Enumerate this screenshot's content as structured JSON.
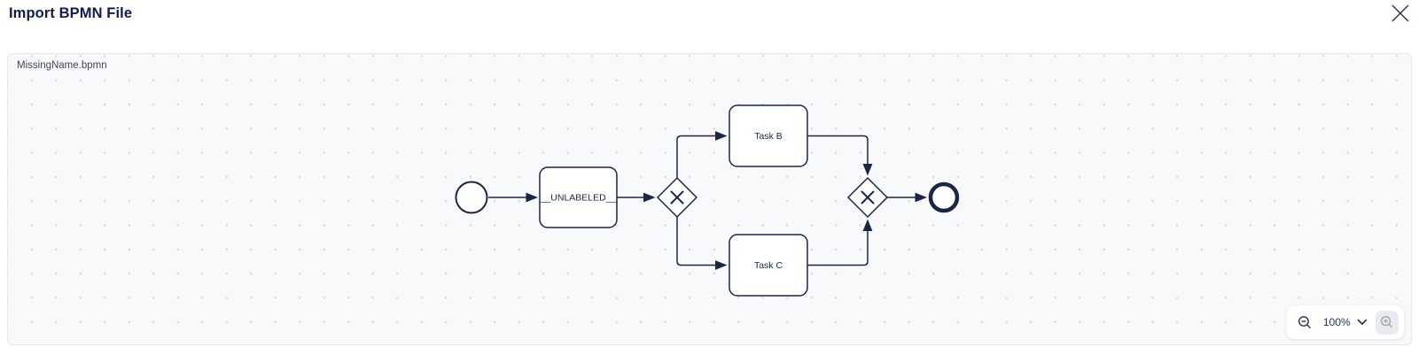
{
  "header": {
    "title": "Import BPMN File"
  },
  "canvas": {
    "filename": "MissingName.bpmn"
  },
  "diagram": {
    "type": "bpmn-process",
    "nodes": [
      {
        "id": "start-event",
        "type": "start-event",
        "label": ""
      },
      {
        "id": "task-unlabeled",
        "type": "task",
        "label": "__UNLABELED__"
      },
      {
        "id": "gateway-split",
        "type": "exclusive-gateway",
        "label": ""
      },
      {
        "id": "task-b",
        "type": "task",
        "label": "Task B"
      },
      {
        "id": "task-c",
        "type": "task",
        "label": "Task C"
      },
      {
        "id": "gateway-join",
        "type": "exclusive-gateway",
        "label": ""
      },
      {
        "id": "end-event",
        "type": "end-event",
        "label": ""
      }
    ],
    "flows": [
      {
        "from": "start-event",
        "to": "task-unlabeled"
      },
      {
        "from": "task-unlabeled",
        "to": "gateway-split"
      },
      {
        "from": "gateway-split",
        "to": "task-b"
      },
      {
        "from": "gateway-split",
        "to": "task-c"
      },
      {
        "from": "task-b",
        "to": "gateway-join"
      },
      {
        "from": "task-c",
        "to": "gateway-join"
      },
      {
        "from": "gateway-join",
        "to": "end-event"
      }
    ]
  },
  "zoom_controls": {
    "level": "100%"
  },
  "colors": {
    "title": "#131b4e",
    "shape_stroke": "#1a2647",
    "canvas_bg": "#f8f9fb",
    "canvas_border": "#e4e6ea",
    "grid_dot": "#d6d9de",
    "zoom_in_bg": "#e9ebef",
    "zoom_in_icon": "#9aa1ad"
  }
}
